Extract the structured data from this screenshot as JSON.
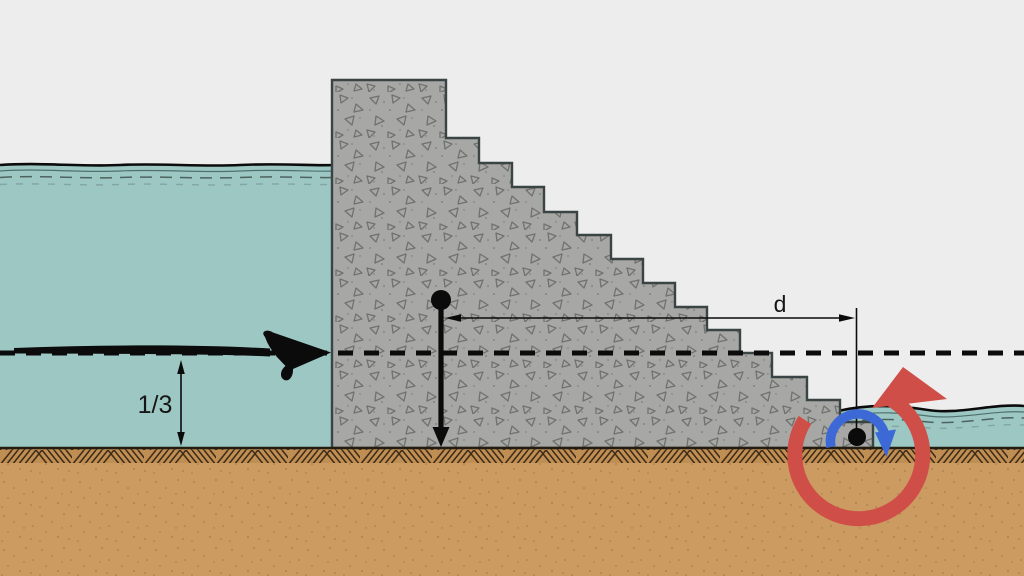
{
  "meta": {
    "title": "Stepped gravity dam stability diagram"
  },
  "labels": {
    "depth_fraction": "1/3",
    "toe_distance": "d"
  },
  "colors": {
    "background": "#ededed",
    "water": "#9cc7c3",
    "water_line_thin": "#51706d",
    "water_dash1": "#4e625f",
    "water_dash2": "#84a5a1",
    "concrete": "#a7a7a5",
    "concrete_outline": "#3a4444",
    "concrete_speck": "#70726e",
    "ground": "#cc9b61",
    "ground_band": "#c08e52",
    "ground_line": "#231c11",
    "hatch": "#3b2b18",
    "ink": "#0b0b0b",
    "red_arrow": "#cf4f48",
    "blue_arrow": "#3c69d5"
  },
  "icons": {
    "flow_arrow": "flow-direction-arrow",
    "weight_arrow": "resultant-weight-down-arrow",
    "red_rotation": "counterclockwise-resisting-moment-arrow",
    "blue_rotation": "clockwise-overturning-moment-arrow",
    "depth_dimension": "one-third-depth-dimension",
    "distance_dimension": "toe-distance-dimension"
  }
}
